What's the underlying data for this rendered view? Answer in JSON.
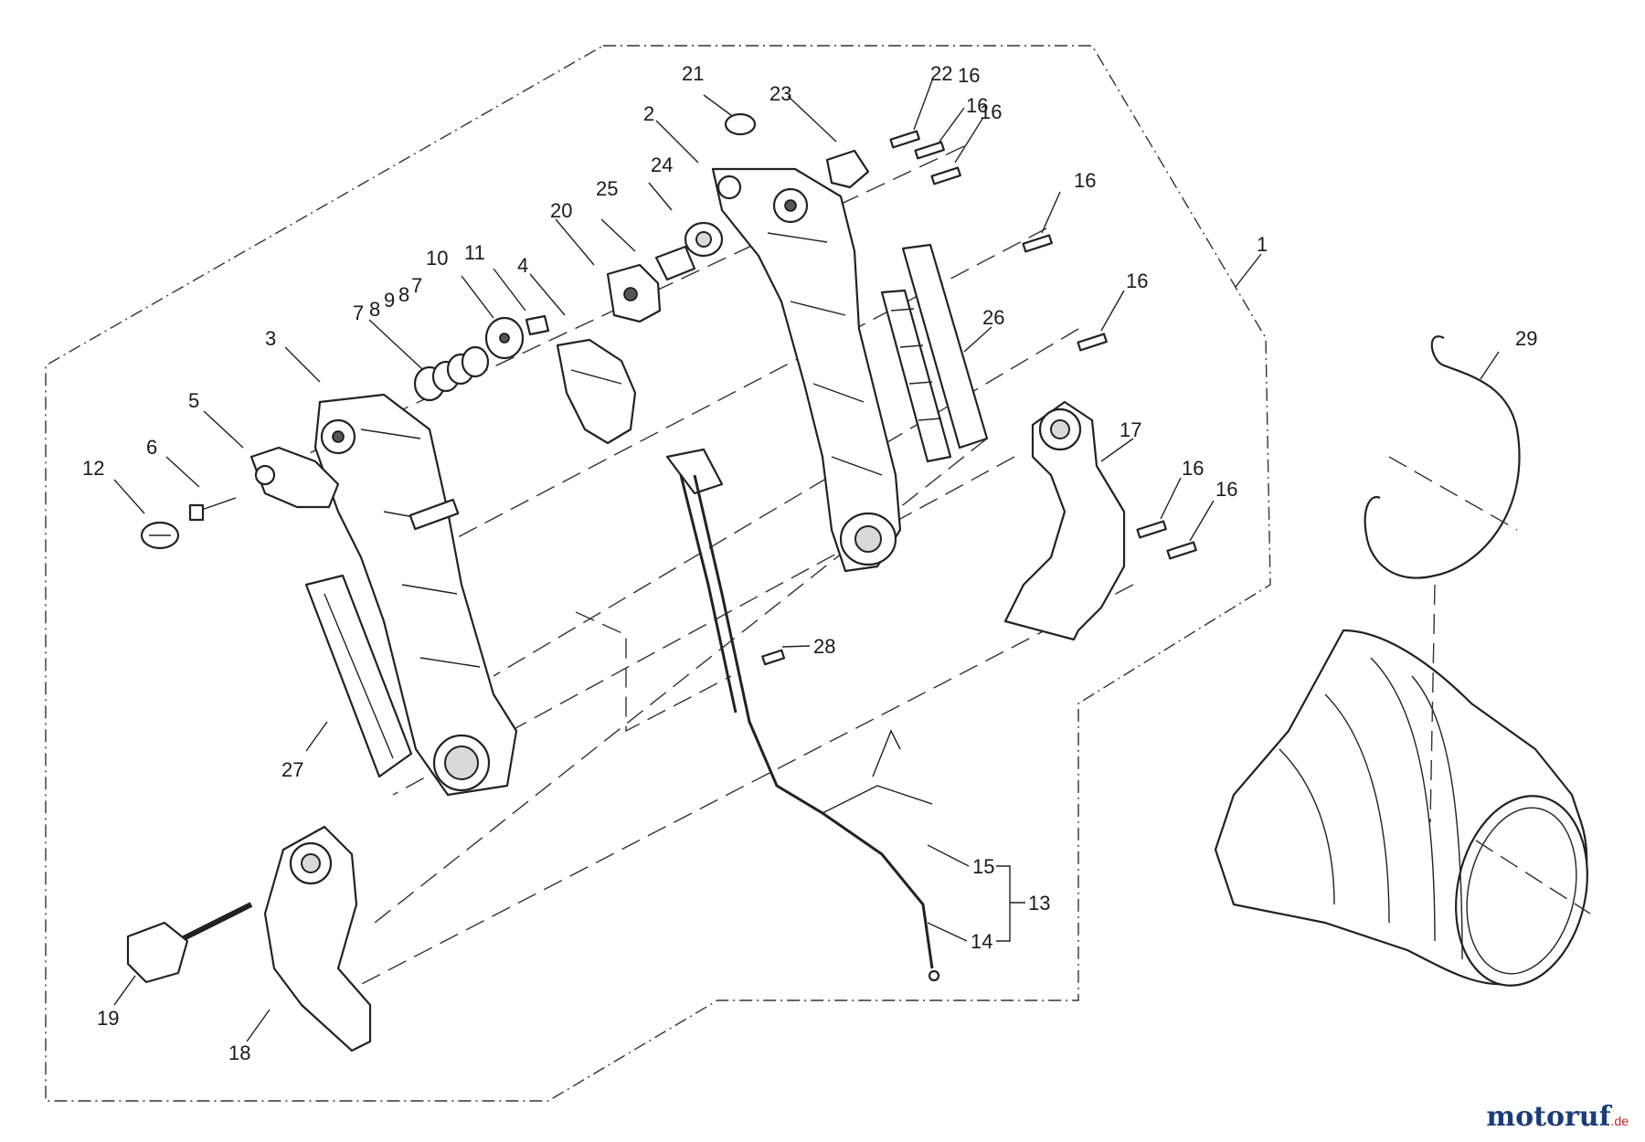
{
  "labels": [
    "1",
    "2",
    "3",
    "4",
    "5",
    "6",
    "7",
    "8",
    "9",
    "8",
    "7",
    "10",
    "11",
    "12",
    "13",
    "14",
    "15",
    "16",
    "16",
    "16",
    "16",
    "16",
    "16",
    "16",
    "17",
    "18",
    "19",
    "20",
    "21",
    "22",
    "23",
    "24",
    "25",
    "26",
    "27",
    "28",
    "29"
  ],
  "watermark": {
    "main": "motoruf",
    "tld": ".de"
  },
  "colors": {
    "line": "#222222",
    "watermark_main": "#1a3d7a",
    "watermark_tld": "#cc2222"
  },
  "parts": [
    {
      "id": "1",
      "name": "handle-assembly-boundary"
    },
    {
      "id": "2",
      "name": "handle-half-right"
    },
    {
      "id": "3",
      "name": "handle-half-left"
    },
    {
      "id": "4",
      "name": "throttle-trigger"
    },
    {
      "id": "13",
      "name": "throttle-cable-assembly"
    },
    {
      "id": "17",
      "name": "handle-clamp-upper"
    },
    {
      "id": "18",
      "name": "handle-clamp-lower"
    },
    {
      "id": "19",
      "name": "clamp-knob"
    },
    {
      "id": "20",
      "name": "stop-switch"
    },
    {
      "id": "29",
      "name": "hose-wire-clip"
    }
  ]
}
